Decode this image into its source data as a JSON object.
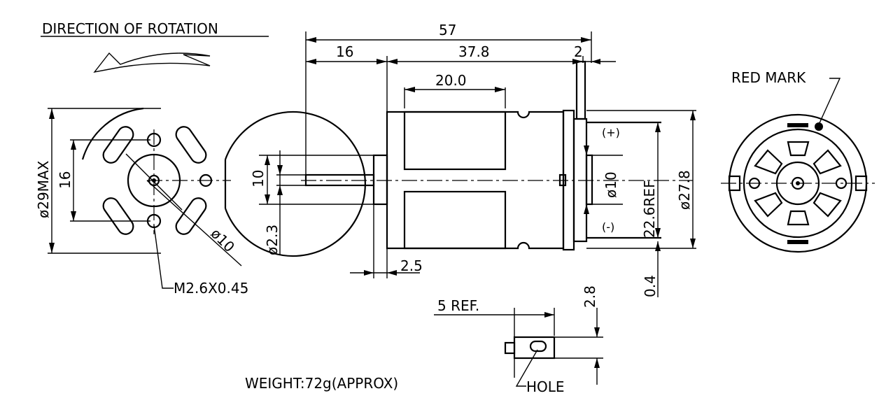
{
  "labels": {
    "direction": "DIRECTION OF ROTATION",
    "red_mark": "RED MARK",
    "weight": "WEIGHT:72g(APPROX)",
    "hole": "HOLE",
    "ref5": "5 REF.",
    "plus": "(+)",
    "minus": "(-)",
    "thread": "M2.6X0.45"
  },
  "dims": {
    "d57": "57",
    "d16_top": "16",
    "d378": "37.8",
    "d2": "2",
    "d20": "20.0",
    "d10_shaft": "10",
    "d23": "ø2.3",
    "d25": "2.5",
    "d10_boss": "ø10",
    "d226": "22.6REF",
    "d278": "ø27.8",
    "d04": "0.4",
    "d28": "2.8",
    "d29max": "ø29MAX",
    "d16_left": "16",
    "d10_left": "ø10"
  }
}
